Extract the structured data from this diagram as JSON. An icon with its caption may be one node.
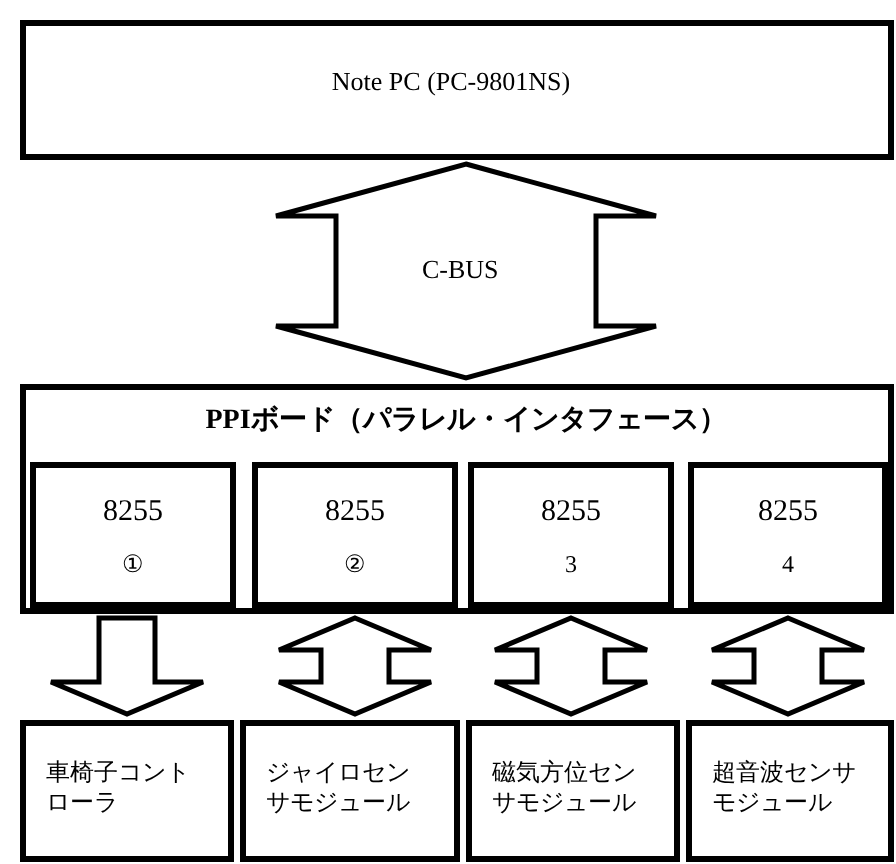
{
  "diagram": {
    "nodes": [
      {
        "text": [
          "Note PC (PC-9801NS)"
        ]
      },
      {
        "text": [
          "PPIボード（パラレル・インタフェース）"
        ]
      },
      {
        "text": [
          "8255",
          "①"
        ],
        "in": 1
      },
      {
        "text": [
          "8255",
          "②"
        ],
        "in": 1
      },
      {
        "text": [
          "8255",
          "3"
        ],
        "in": 1
      },
      {
        "text": [
          "8255",
          "4"
        ],
        "in": 1
      },
      {
        "text": [
          "車椅子コントローラ"
        ]
      },
      {
        "text": [
          "ジャイロセンサモジュール"
        ]
      },
      {
        "text": [
          "磁気方位センサモジュール"
        ]
      },
      {
        "text": [
          "超音波センサモジュール"
        ]
      }
    ],
    "edges": [
      {
        "from": 0,
        "to": 1,
        "arrow": "both",
        "label": "C-BUS"
      },
      {
        "from": 2,
        "to": 6,
        "arrow": "to"
      },
      {
        "from": 3,
        "to": 7,
        "arrow": "both"
      },
      {
        "from": 4,
        "to": 8,
        "arrow": "both"
      },
      {
        "from": 5,
        "to": 9,
        "arrow": "both"
      }
    ]
  }
}
